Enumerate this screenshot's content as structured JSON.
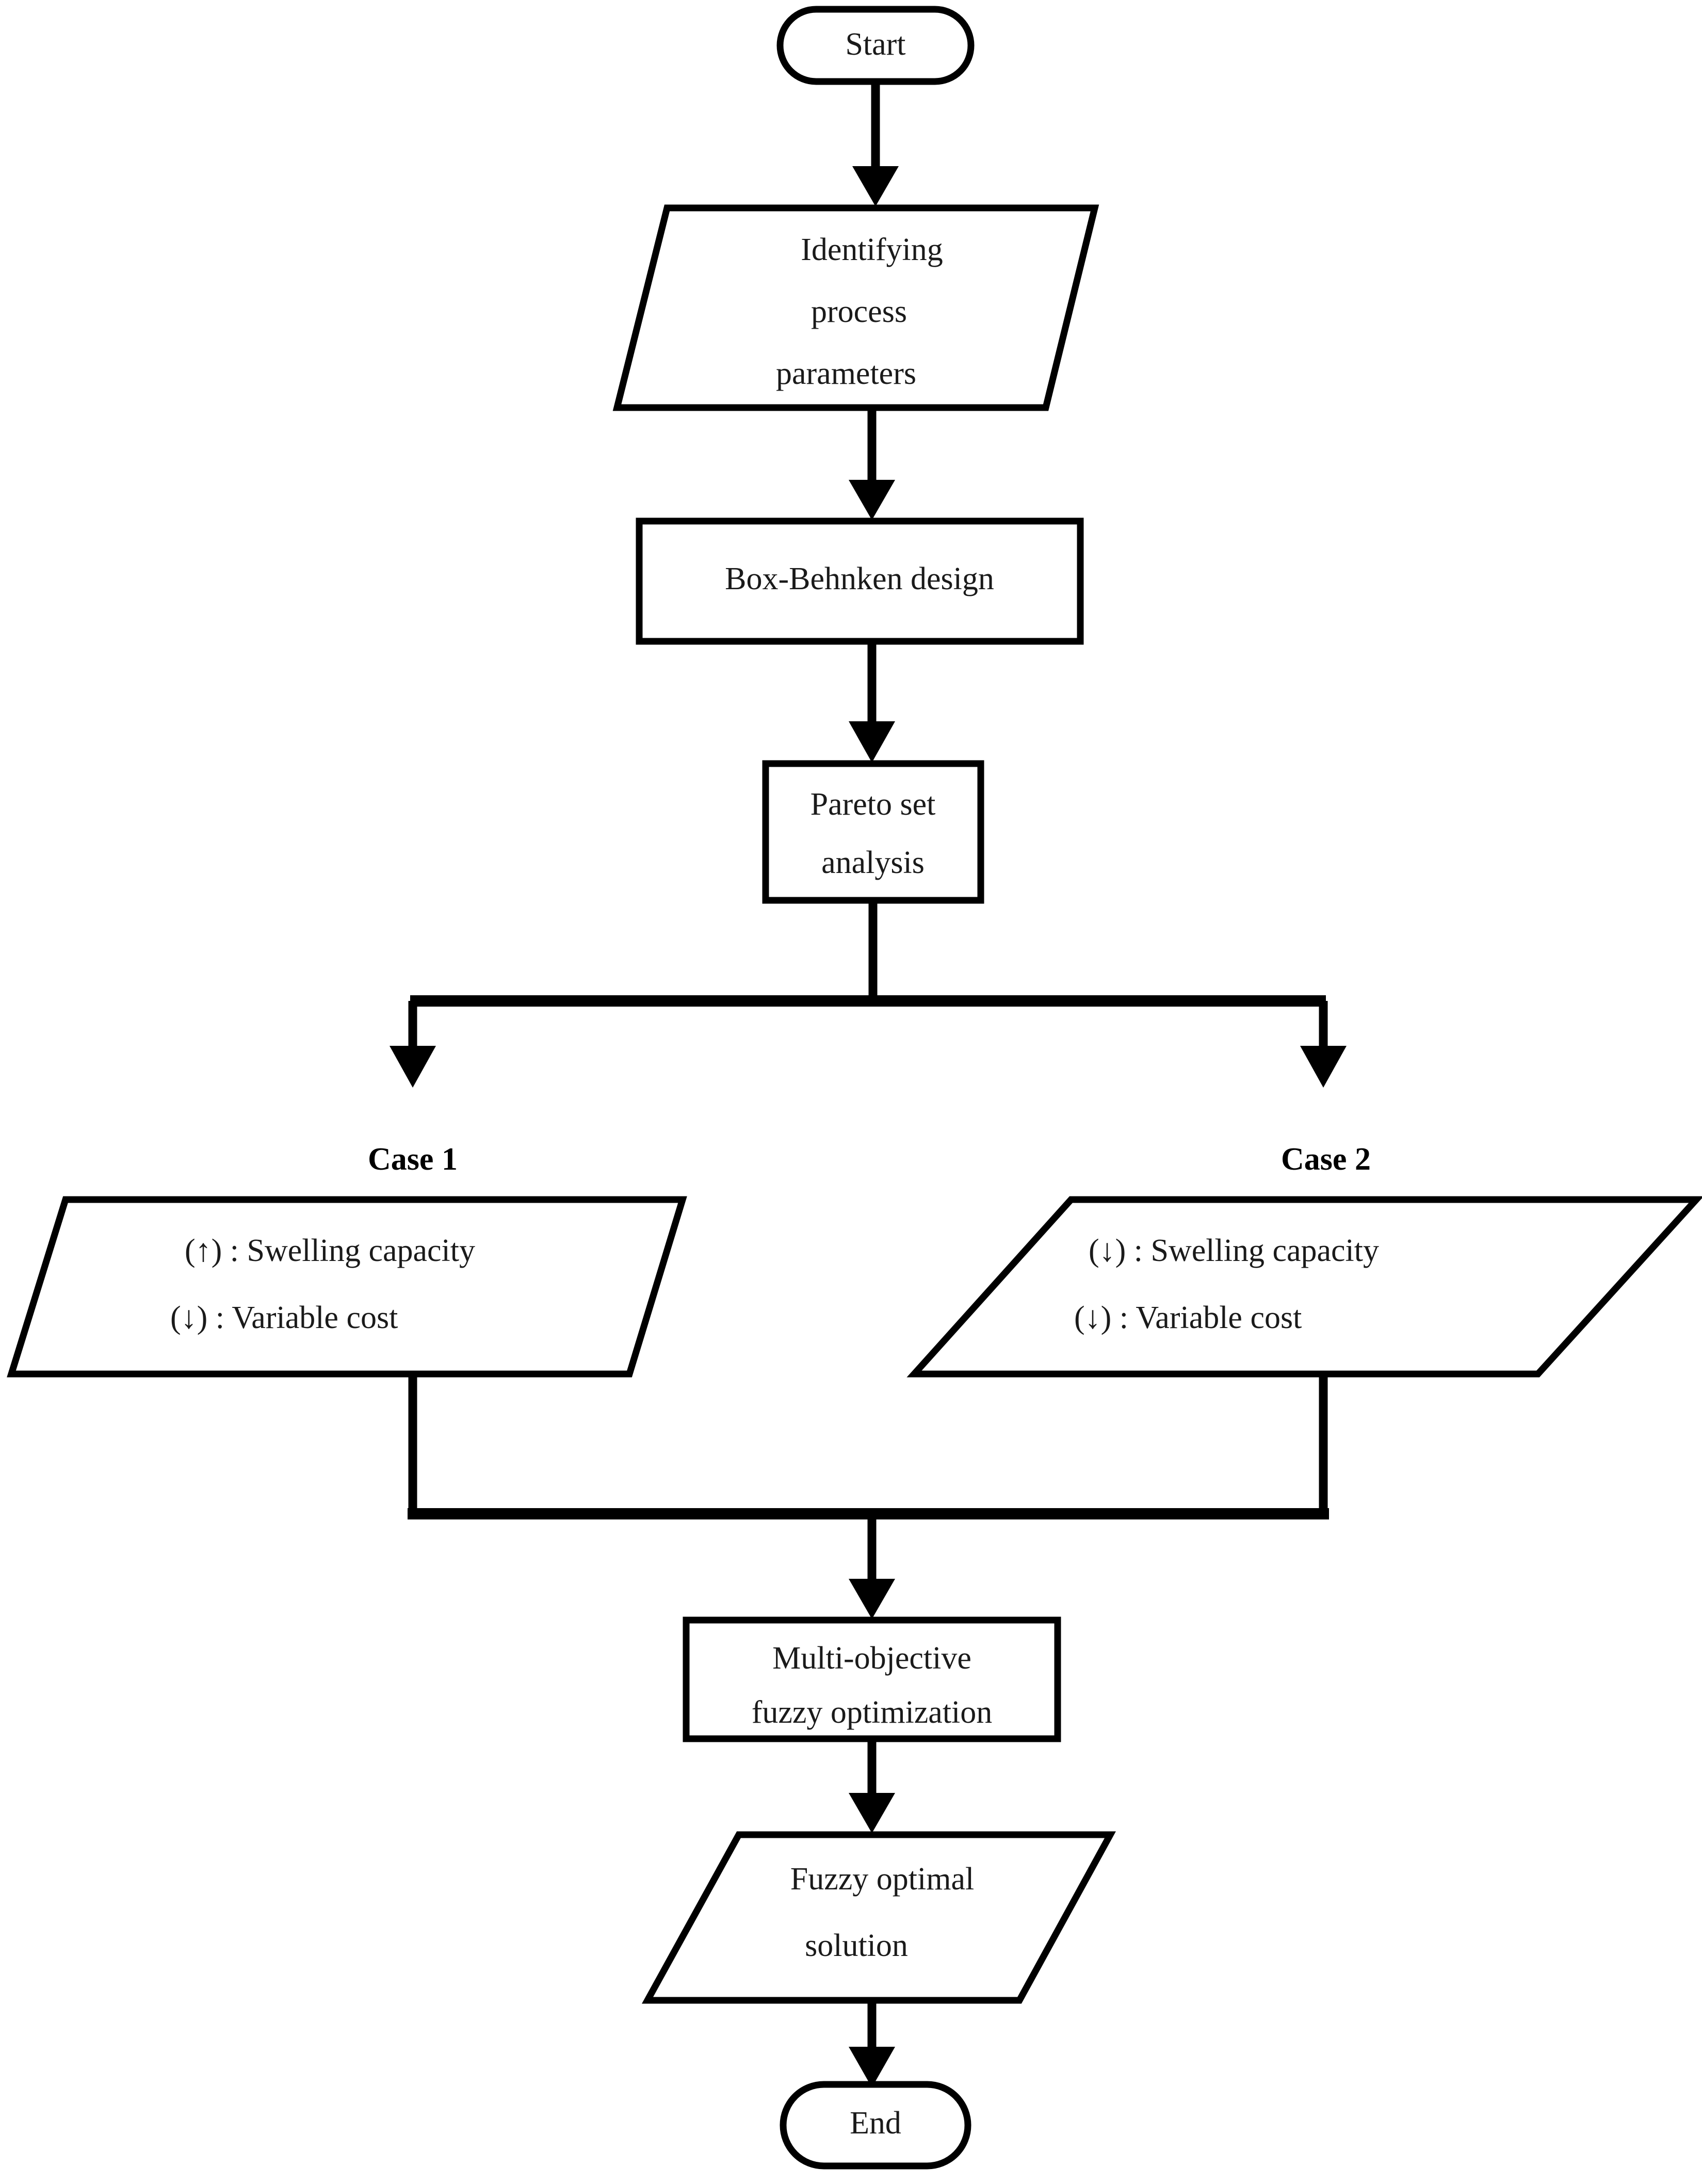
{
  "diagram": {
    "type": "flowchart",
    "orientation": "top-to-bottom",
    "background_color": "#ffffff",
    "line_color": "#000000",
    "text_color": "#1a1a1a"
  },
  "nodes": {
    "start": {
      "label": "Start",
      "shape": "terminator-rounded"
    },
    "identify": {
      "line1": "Identifying",
      "line2": "process",
      "line3": "parameters",
      "shape": "parallelogram-io"
    },
    "bbd": {
      "label": "Box-Behnken design",
      "shape": "rectangle-process"
    },
    "pareto": {
      "line1": "Pareto set",
      "line2": "analysis",
      "shape": "rectangle-process"
    },
    "case1": {
      "title": "Case 1",
      "objective1": "(↑) : Swelling capacity",
      "objective2": "(↓) : Variable cost",
      "shape": "parallelogram-io"
    },
    "case2": {
      "title": "Case 2",
      "objective1": "(↓) : Swelling capacity",
      "objective2": "(↓) : Variable cost",
      "shape": "parallelogram-io"
    },
    "fuzzyopt": {
      "line1": "Multi-objective",
      "line2": "fuzzy optimization",
      "shape": "rectangle-process"
    },
    "solution": {
      "line1": "Fuzzy optimal",
      "line2": "solution",
      "shape": "parallelogram-io"
    },
    "end": {
      "label": "End",
      "shape": "terminator-rounded"
    }
  },
  "edges": [
    {
      "from": "start",
      "to": "identify",
      "style": "arrow-down"
    },
    {
      "from": "identify",
      "to": "bbd",
      "style": "arrow-down"
    },
    {
      "from": "bbd",
      "to": "pareto",
      "style": "arrow-down"
    },
    {
      "from": "pareto",
      "to": "case1",
      "style": "split-left-arrow-down"
    },
    {
      "from": "pareto",
      "to": "case2",
      "style": "split-right-arrow-down"
    },
    {
      "from": "case1",
      "to": "fuzzyopt",
      "style": "merge-arrow-down"
    },
    {
      "from": "case2",
      "to": "fuzzyopt",
      "style": "merge-arrow-down"
    },
    {
      "from": "fuzzyopt",
      "to": "solution",
      "style": "arrow-down"
    },
    {
      "from": "solution",
      "to": "end",
      "style": "arrow-down"
    }
  ]
}
